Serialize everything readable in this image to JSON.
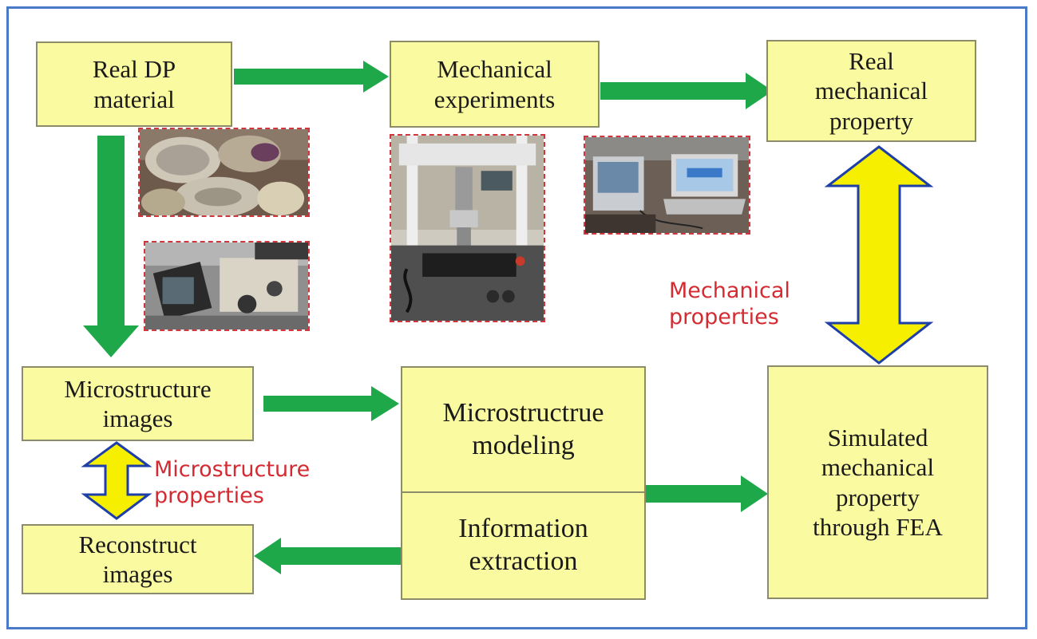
{
  "boxes": {
    "real_dp_material": "Real DP\nmaterial",
    "mechanical_experiments": "Mechanical\nexperiments",
    "real_mechanical_property": "Real\nmechanical\nproperty",
    "microstructure_images": "Microstructure\nimages",
    "microstructure_modeling": "Microstructrue\nmodeling",
    "information_extraction": "Information\nextraction",
    "reconstruct_images": "Reconstruct\nimages",
    "simulated_property": "Simulated\nmechanical\nproperty\nthrough FEA"
  },
  "labels": {
    "mechanical_properties": "Mechanical\nproperties",
    "microstructure_properties": "Microstructure\nproperties"
  },
  "colors": {
    "box_fill": "#fafaa0",
    "flow_arrow": "#1fa84a",
    "double_arrow_fill": "#f6f000",
    "double_arrow_border": "#1e3fa8",
    "label_red": "#d42b32",
    "photo_border": "#d0363c",
    "frame": "#4a79c8"
  },
  "photos": [
    "specimen-samples-photo",
    "microscope-photo",
    "testing-machine-photo",
    "computer-setup-photo"
  ]
}
